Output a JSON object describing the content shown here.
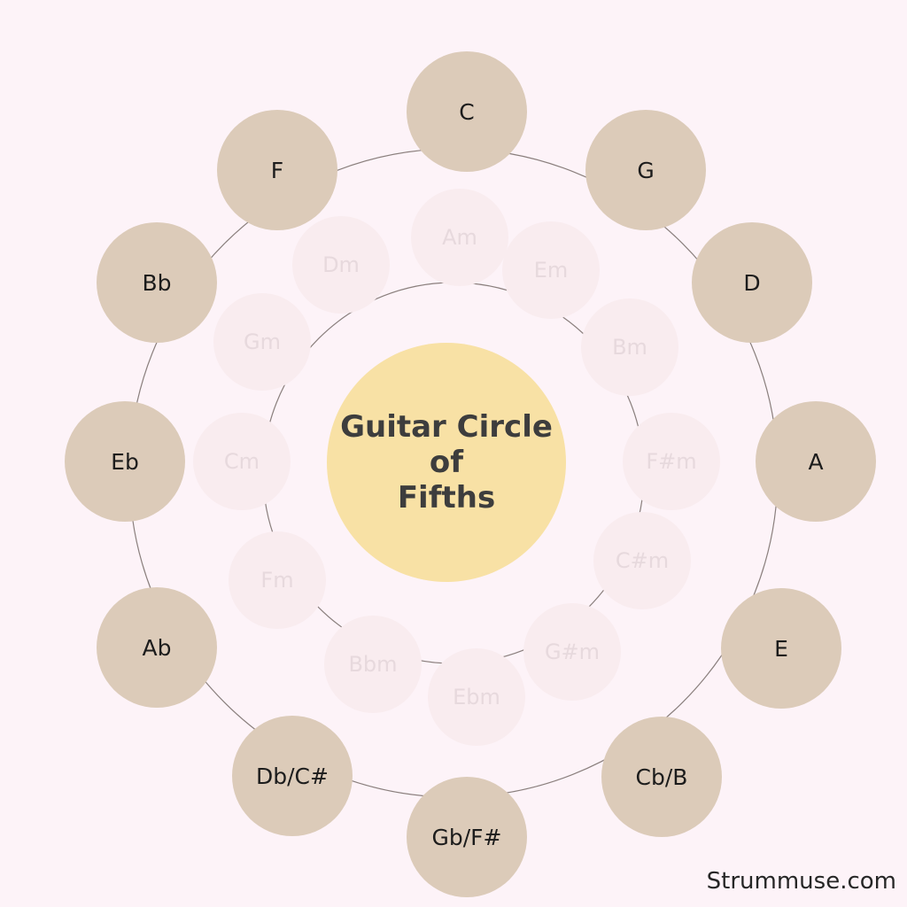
{
  "title_lines": [
    "Guitar Circle",
    "of",
    "Fifths"
  ],
  "major_keys": [
    "C",
    "G",
    "D",
    "A",
    "E",
    "Cb/B",
    "Gb/F#",
    "Db/C#",
    "Ab",
    "Eb",
    "Bb",
    "F"
  ],
  "minor_keys": [
    "Am",
    "Em",
    "Bm",
    "F#m",
    "C#m",
    "G#m",
    "Ebm",
    "Bbm",
    "Fm",
    "Cm",
    "Gm",
    "Dm"
  ],
  "brand": "Strummuse.com",
  "colors": {
    "background": "#fdf3f8",
    "major_fill": "#dccbb9",
    "minor_fill": "#f9ecef",
    "minor_text": "#e7d9dd",
    "center_fill": "#f8e1a5",
    "ring_stroke": "#8a7f7d"
  }
}
